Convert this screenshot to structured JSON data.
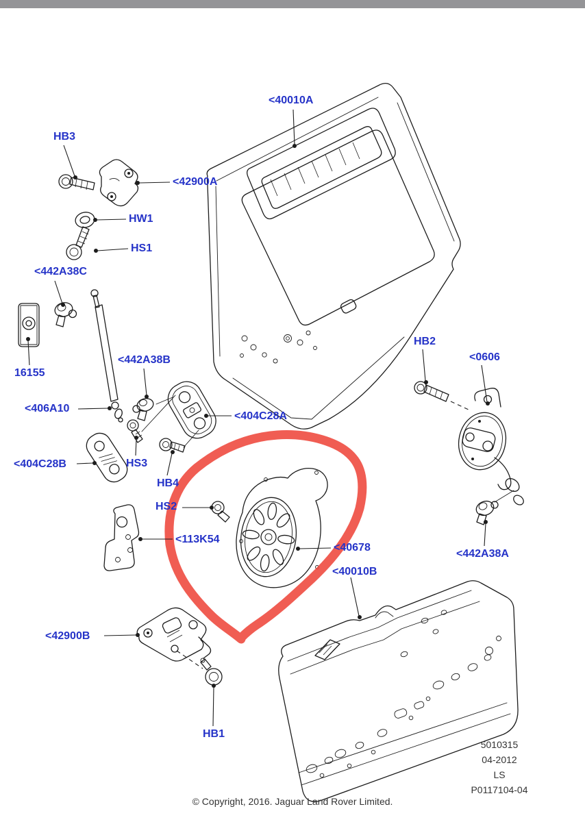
{
  "page": {
    "label_color": "#2533c8",
    "line_color": "#1c1c1c",
    "marker_color": "#ee4b40",
    "topbar_color": "#949497",
    "muted_text_color": "#333333",
    "background": "#ffffff"
  },
  "diagram": {
    "description": "Exploded parts diagram of a tailgate / liftgate assembly with hinges, bolts, gas strut, latch and speaker; the speaker part is circled with a red marker",
    "highlighted_part": "<40678"
  },
  "callouts": [
    {
      "id": "40010A",
      "text": "<40010A"
    },
    {
      "id": "HB3",
      "text": "HB3"
    },
    {
      "id": "42900A",
      "text": "<42900A"
    },
    {
      "id": "HW1",
      "text": "HW1"
    },
    {
      "id": "HS1",
      "text": "HS1"
    },
    {
      "id": "442A38C",
      "text": "<442A38C"
    },
    {
      "id": "16155",
      "text": "16155"
    },
    {
      "id": "406A10",
      "text": "<406A10"
    },
    {
      "id": "442A38B",
      "text": "<442A38B"
    },
    {
      "id": "404C28A",
      "text": "<404C28A"
    },
    {
      "id": "404C28B",
      "text": "<404C28B"
    },
    {
      "id": "HS3",
      "text": "HS3"
    },
    {
      "id": "HB4",
      "text": "HB4"
    },
    {
      "id": "HS2",
      "text": "HS2"
    },
    {
      "id": "113K54",
      "text": "<113K54"
    },
    {
      "id": "40678",
      "text": "<40678"
    },
    {
      "id": "40010B",
      "text": "<40010B"
    },
    {
      "id": "HB2",
      "text": "HB2"
    },
    {
      "id": "0606",
      "text": "<0606"
    },
    {
      "id": "442A38A",
      "text": "<442A38A"
    },
    {
      "id": "42900B",
      "text": "<42900B"
    },
    {
      "id": "HB1",
      "text": "HB1"
    }
  ],
  "footer": {
    "doc_number": "5010315",
    "doc_date": "04-2012",
    "doc_market": "LS",
    "doc_ref": "P0117104-04",
    "copyright": "© Copyright, 2016. Jaguar Land Rover Limited."
  }
}
